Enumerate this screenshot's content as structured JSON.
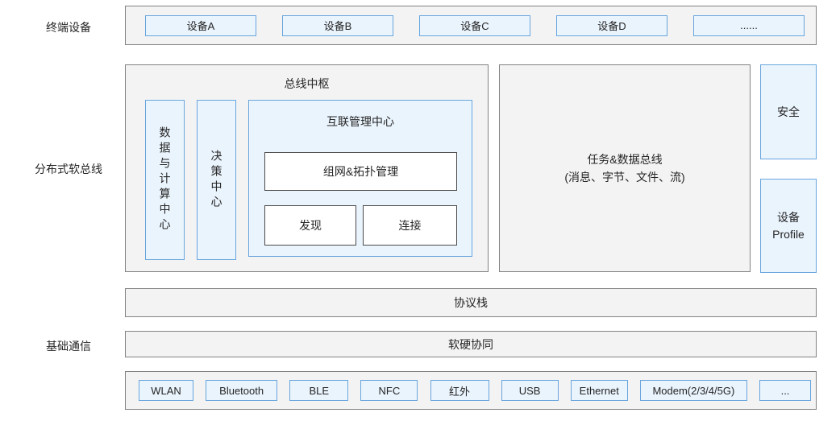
{
  "colors": {
    "container_fill": "#f3f3f3",
    "container_border": "#828282",
    "blue_box_fill": "#eaf4fd",
    "blue_box_border": "#69a5dd",
    "white_box_border": "#4a4a4a",
    "text": "#252525"
  },
  "row_labels": {
    "terminal_devices": "终端设备",
    "soft_bus": "分布式软总线",
    "basic_comm": "基础通信"
  },
  "terminal_devices": {
    "items": [
      "设备A",
      "设备B",
      "设备C",
      "设备D",
      "......"
    ]
  },
  "bus_hub": {
    "title": "总线中枢",
    "data_compute_center": "数据与计算中心",
    "decision_center": "决策中心",
    "interconnect": {
      "title": "互联管理中心",
      "networking_topology": "组网&拓扑管理",
      "discovery": "发现",
      "connection": "连接"
    }
  },
  "task_data_bus": {
    "text": "任务&数据总线\n(消息、字节、文件、流)"
  },
  "security": {
    "label": "安全"
  },
  "device_profile": {
    "text": "设备\nProfile"
  },
  "bars": {
    "protocol_stack": "协议栈",
    "hw_sw_synergy": "软硬协同"
  },
  "comm_protocols": {
    "items": [
      "WLAN",
      "Bluetooth",
      "BLE",
      "NFC",
      "红外",
      "USB",
      "Ethernet",
      "Modem(2/3/4/5G)",
      "..."
    ]
  }
}
